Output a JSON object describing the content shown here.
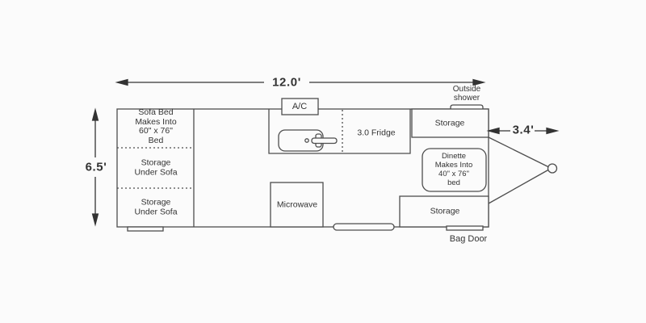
{
  "colors": {
    "line": "#4d4d4d",
    "dimension": "#333333",
    "text": "#333333",
    "background": "#fbfbfb"
  },
  "dimensions": {
    "length": "12.0'",
    "width": "6.5'",
    "tongue": "3.4'"
  },
  "areas": {
    "sofa_bed": "Sofa Bed\nMakes Into\n60\" x 76\"\nBed",
    "storage_under_sofa_top": "Storage\nUnder Sofa",
    "storage_under_sofa_bottom": "Storage\nUnder Sofa",
    "ac_unit": "A/C",
    "fridge": "3.0 Fridge",
    "storage_curbside_top": "Storage",
    "outside_shower": "Outside\nshower",
    "dinette": "Dinette\nMakes Into\n40\" x 76\"\nbed",
    "microwave": "Microwave",
    "storage_curbside_bottom": "Storage",
    "bag_door": "Bag Door"
  }
}
